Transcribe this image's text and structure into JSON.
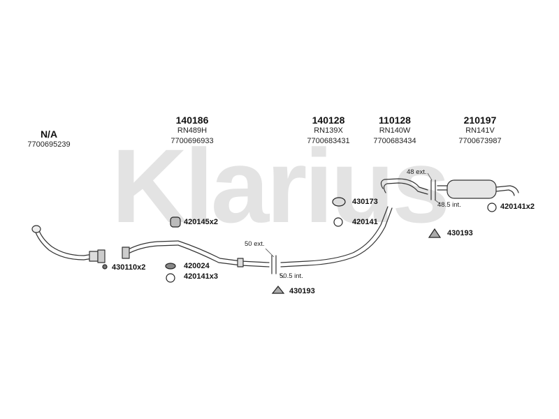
{
  "brand": {
    "watermark": "Klarius"
  },
  "parts": [
    {
      "number": "N/A",
      "ref": "",
      "oem": "7700695239"
    },
    {
      "number": "140186",
      "ref": "RN489H",
      "oem": "7700696933"
    },
    {
      "number": "140128",
      "ref": "RN139X",
      "oem": "7700683431"
    },
    {
      "number": "110128",
      "ref": "RN140W",
      "oem": "7700683434"
    },
    {
      "number": "210197",
      "ref": "RN141V",
      "oem": "7700673987"
    }
  ],
  "fittings": [
    {
      "code": "430110x2"
    },
    {
      "code": "420145x2"
    },
    {
      "code": "420024"
    },
    {
      "code": "420141x3"
    },
    {
      "code": "430193"
    },
    {
      "code": "430173"
    },
    {
      "code": "420141"
    },
    {
      "code": "420141x2"
    },
    {
      "code": "430193"
    }
  ],
  "dimensions": [
    {
      "text": "50 ext."
    },
    {
      "text": "50.5 int."
    },
    {
      "text": "48 ext."
    },
    {
      "text": "48.5 int."
    }
  ]
}
